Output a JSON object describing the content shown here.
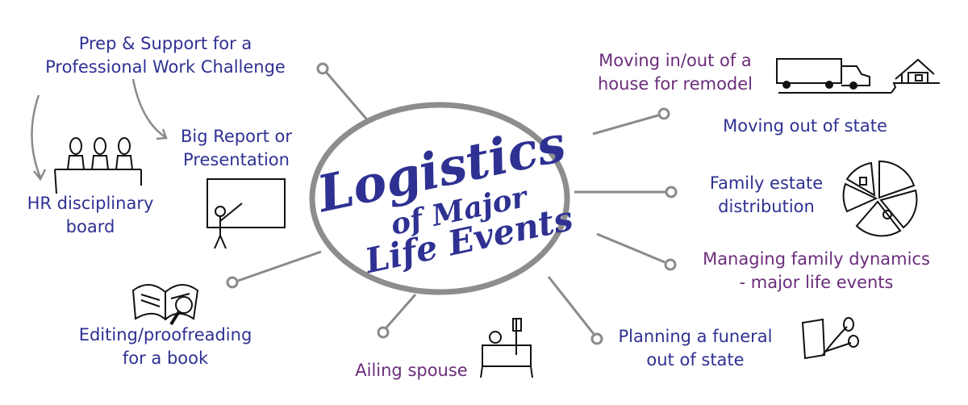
{
  "title": {
    "line1": "Logistics",
    "line2": "of Major",
    "line3": "Life Events"
  },
  "colors": {
    "blue": "#2e3192",
    "purple": "#6b2d7b",
    "connector": "#8a8a8a"
  },
  "nodes": [
    {
      "id": "prep-support",
      "lines": [
        "Prep & Support for a",
        "Professional Work Challenge"
      ],
      "color": "blue"
    },
    {
      "id": "big-report",
      "lines": [
        "Big Report or",
        "Presentation"
      ],
      "color": "blue"
    },
    {
      "id": "hr-board",
      "lines": [
        "HR disciplinary",
        "board"
      ],
      "color": "blue"
    },
    {
      "id": "editing",
      "lines": [
        "Editing/proofreading",
        "for a book"
      ],
      "color": "blue"
    },
    {
      "id": "ailing-spouse",
      "lines": [
        "Ailing spouse"
      ],
      "color": "purple"
    },
    {
      "id": "funeral",
      "lines": [
        "Planning a funeral",
        "out of state"
      ],
      "color": "blue"
    },
    {
      "id": "family-dynamics",
      "lines": [
        "Managing family dynamics",
        "- major life events"
      ],
      "color": "purple"
    },
    {
      "id": "estate",
      "lines": [
        "Family estate",
        "distribution"
      ],
      "color": "blue"
    },
    {
      "id": "moving-state",
      "lines": [
        "Moving out of state"
      ],
      "color": "blue"
    },
    {
      "id": "moving-remodel",
      "lines": [
        "Moving in/out of a",
        "house for remodel"
      ],
      "color": "purple"
    }
  ]
}
